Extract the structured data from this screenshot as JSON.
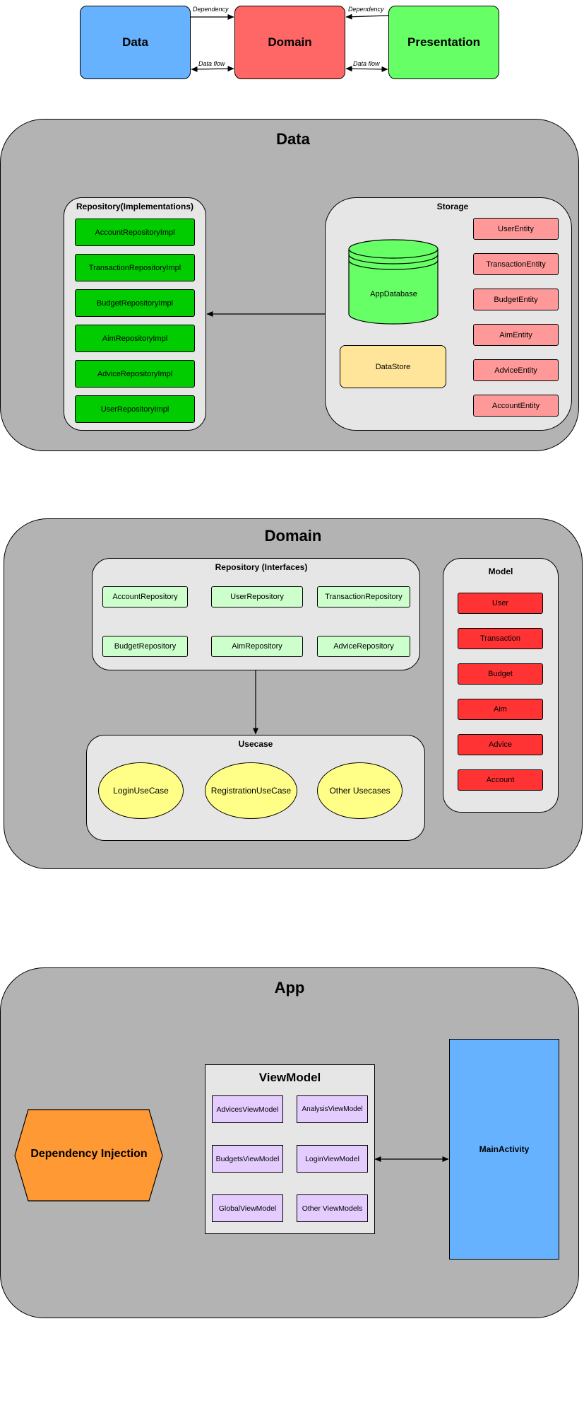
{
  "top": {
    "data": "Data",
    "domain": "Domain",
    "presentation": "Presentation",
    "dependency_left": "Dependency",
    "dependency_right": "Dependency",
    "dataflow_left": "Data flow",
    "dataflow_right": "Data flow"
  },
  "data_section": {
    "title": "Data",
    "repository": {
      "title": "Repository(Implementations)",
      "items": [
        "AccountRepositoryImpl",
        "TransactionRepositoryImpl",
        "BudgetRepositoryImpl",
        "AimRepositoryImpl",
        "AdviceRepositoryImpl",
        "UserRepositoryImpl"
      ]
    },
    "storage": {
      "title": "Storage",
      "database": "AppDatabase",
      "datastore": "DataStore",
      "entities": [
        "UserEntity",
        "TransactionEntity",
        "BudgetEntity",
        "AimEntity",
        "AdviceEntity",
        "AccountEntity"
      ]
    }
  },
  "domain_section": {
    "title": "Domain",
    "repository": {
      "title": "Repository (Interfaces)",
      "items": [
        "AccountRepository",
        "UserRepository",
        "TransactionRepository",
        "BudgetRepository",
        "AimRepository",
        "AdviceRepository"
      ]
    },
    "usecase": {
      "title": "Usecase",
      "items": [
        "LoginUseCase",
        "RegistrationUseCase",
        "Other Usecases"
      ]
    },
    "model": {
      "title": "Model",
      "items": [
        "User",
        "Transaction",
        "Budget",
        "Aim",
        "Advice",
        "Account"
      ]
    }
  },
  "app_section": {
    "title": "App",
    "di": "Dependency Injection",
    "viewmodel": {
      "title": "ViewModel",
      "items": [
        "AdvicesViewModel",
        "AnalysisViewModel",
        "BudgetsViewModel",
        "LoginViewModel",
        "GlobalViewModel",
        "Other ViewModels"
      ]
    },
    "main_activity": "MainActivity"
  },
  "colors": {
    "data_blue": "#66b2ff",
    "domain_red": "#ff6666",
    "presentation_green": "#66ff66",
    "section_gray": "#b3b3b3",
    "panel_gray": "#e6e6e6",
    "impl_green": "#00cc00",
    "entity_pink": "#ff9999",
    "interface_mint": "#ccffcc",
    "model_red": "#ff3333",
    "usecase_yellow": "#ffff88",
    "database_green": "#66ff66",
    "datastore_yellow": "#ffe599",
    "di_orange": "#ff9933",
    "viewmodel_lavender": "#e5ccff"
  }
}
